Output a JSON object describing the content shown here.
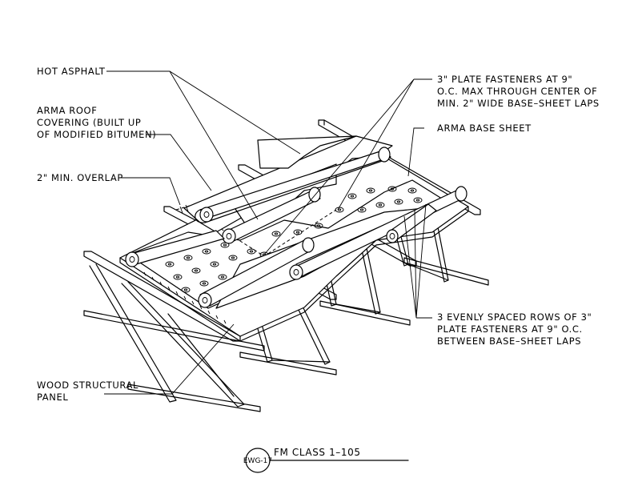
{
  "labels": {
    "hot_asphalt": "HOT ASPHALT",
    "arma_roof_1": "ARMA ROOF",
    "arma_roof_2": "COVERING (BUILT UP",
    "arma_roof_3": "OF MODIFIED BITUMEN)",
    "overlap": "2\" MIN. OVERLAP",
    "plate_1": "3\" PLATE FASTENERS AT 9\"",
    "plate_2": "O.C. MAX THROUGH CENTER OF",
    "plate_3": "MIN. 2\" WIDE BASE–SHEET LAPS",
    "base_sheet": "ARMA BASE SHEET",
    "rows_1": "3 EVENLY SPACED ROWS OF 3\"",
    "rows_2": "PLATE FASTENERS AT 9\" O.C.",
    "rows_3": "BETWEEN BASE–SHEET LAPS",
    "wood_1": "WOOD STRUCTURAL",
    "wood_2": "PANEL"
  },
  "title_block": {
    "detail_tag": "EWG-17",
    "title": "FM CLASS 1–105"
  }
}
